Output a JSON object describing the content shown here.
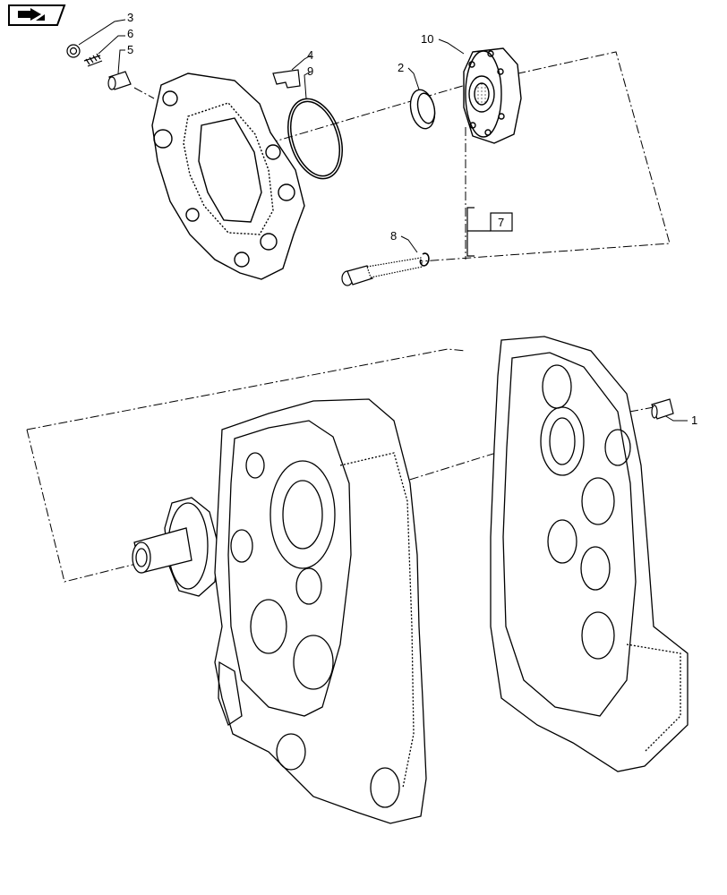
{
  "nav": {
    "icon": "page-flip-icon"
  },
  "callouts": [
    {
      "id": "c1",
      "label": "1"
    },
    {
      "id": "c2",
      "label": "2"
    },
    {
      "id": "c3",
      "label": "3"
    },
    {
      "id": "c4",
      "label": "4"
    },
    {
      "id": "c5",
      "label": "5"
    },
    {
      "id": "c6",
      "label": "6"
    },
    {
      "id": "c7",
      "label": "7"
    },
    {
      "id": "c8",
      "label": "8"
    },
    {
      "id": "c9",
      "label": "9"
    },
    {
      "id": "c10",
      "label": "10"
    }
  ]
}
